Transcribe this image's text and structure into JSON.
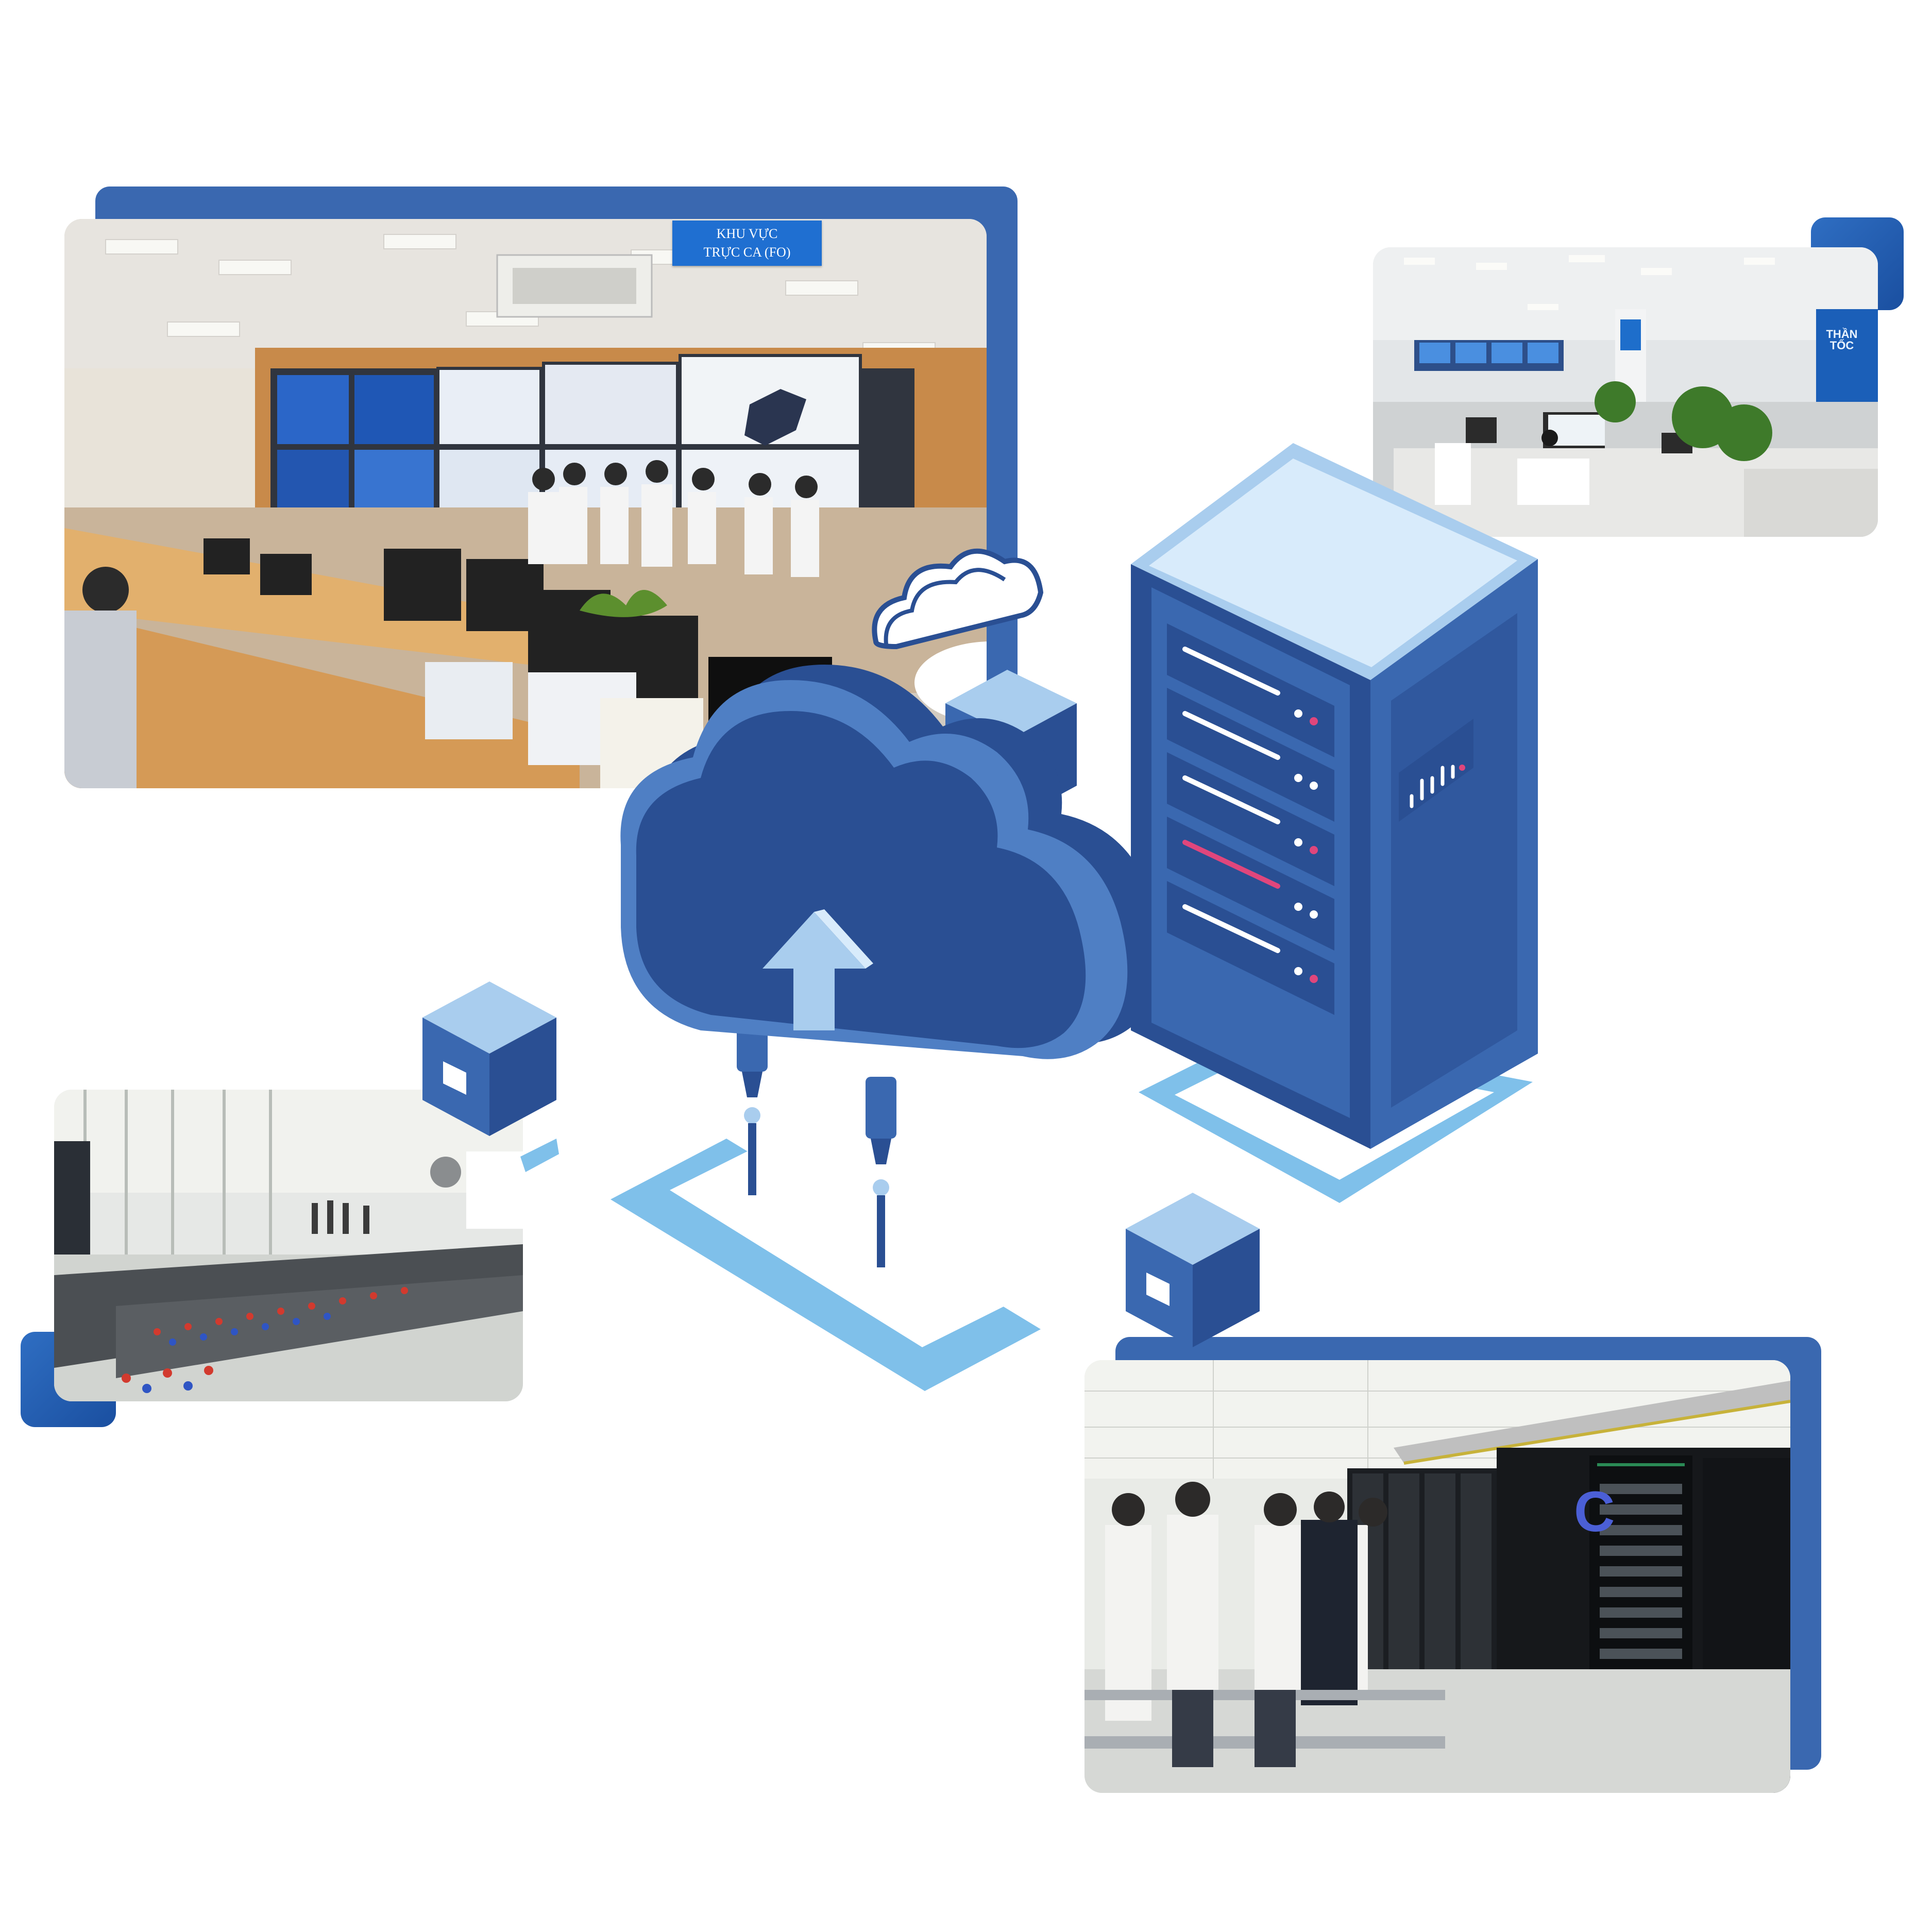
{
  "photos": {
    "control_room": {
      "sign_line1": "KHU VỰC",
      "sign_line2": "TRỰC CA (FO)"
    },
    "office": {
      "poster_line1": "THẦN",
      "poster_line2": "TỐC"
    },
    "battery_room": {},
    "server_room": {
      "rack_letter": "C"
    }
  },
  "colors": {
    "frame_blue": "#3a68b0",
    "deep_blue": "#2a4f93",
    "mid_blue": "#4f7fc4",
    "light_blue": "#a9cdee",
    "pale_blue": "#d8ebfb",
    "shadow_blue": "#7fc0ea"
  },
  "icons": [
    "cloud-upload-icon",
    "server-rack-icon",
    "data-cube-icon",
    "small-cloud-icon"
  ]
}
